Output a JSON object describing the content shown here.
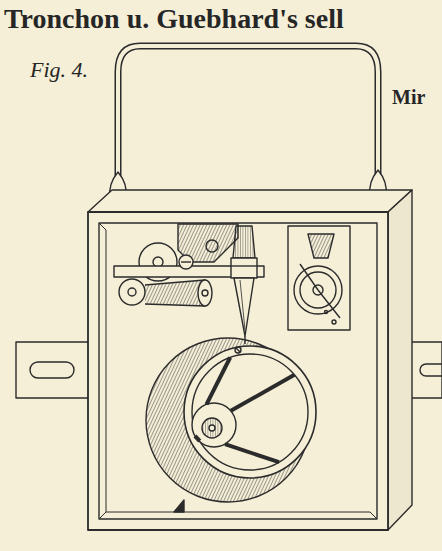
{
  "diagram": {
    "title": "Tronchon u. Guebhard's sell",
    "labels": [
      "Fig. 4.",
      "Mir"
    ]
  }
}
